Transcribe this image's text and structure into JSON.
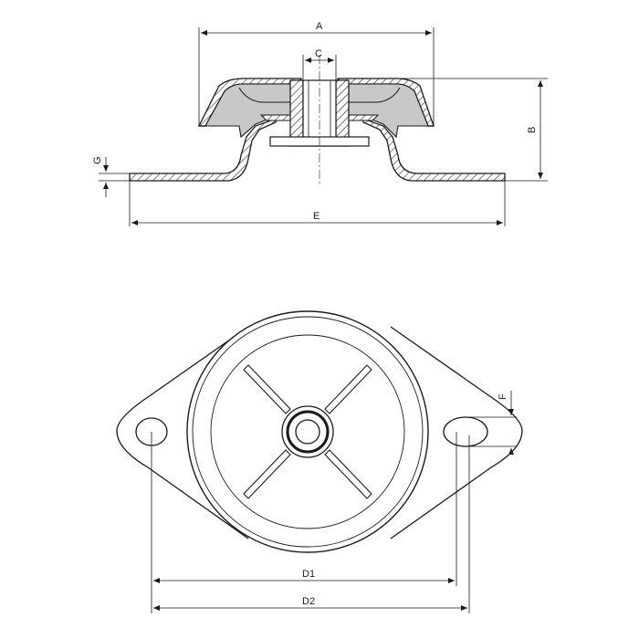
{
  "labels": {
    "a": "A",
    "b": "B",
    "c": "C",
    "e": "E",
    "g": "G",
    "f": "F",
    "d1": "D1",
    "d2": "D2"
  },
  "colors": {
    "line": "#1a1a1a",
    "rubber": "#c8c8c8",
    "background": "#ffffff"
  }
}
